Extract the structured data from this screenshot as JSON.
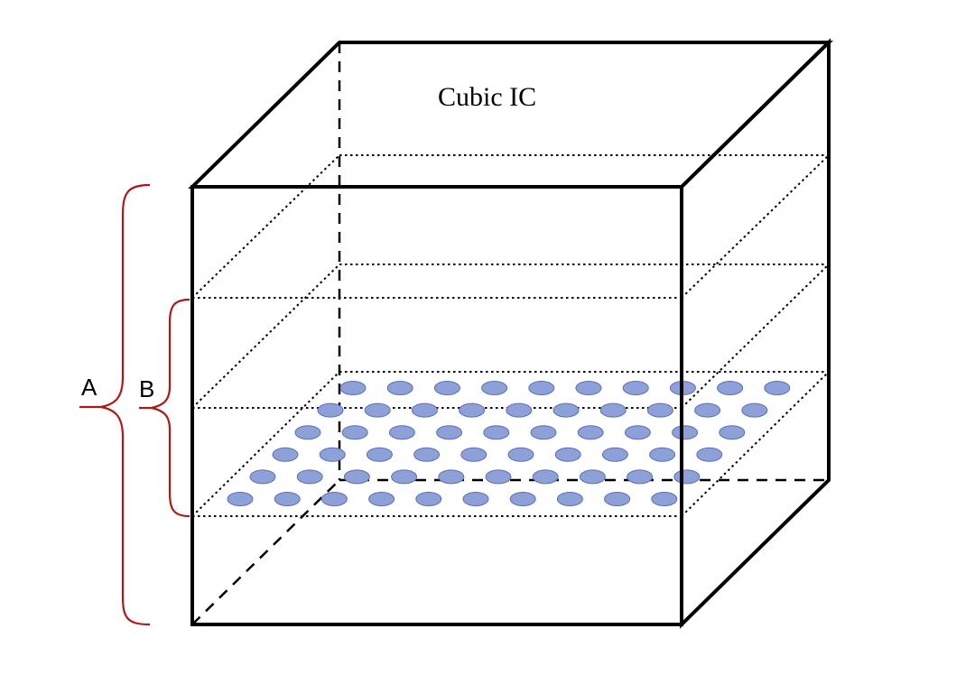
{
  "title": "Cubic IC",
  "braces": {
    "outer_label": "A",
    "inner_label": "B"
  },
  "particles": {
    "rows": 6,
    "per_row": 10,
    "fill_color": "#8ea0d8",
    "stroke_color": "#5c6fb4"
  },
  "colors": {
    "edges": "#000000",
    "brace": "#b01818"
  }
}
